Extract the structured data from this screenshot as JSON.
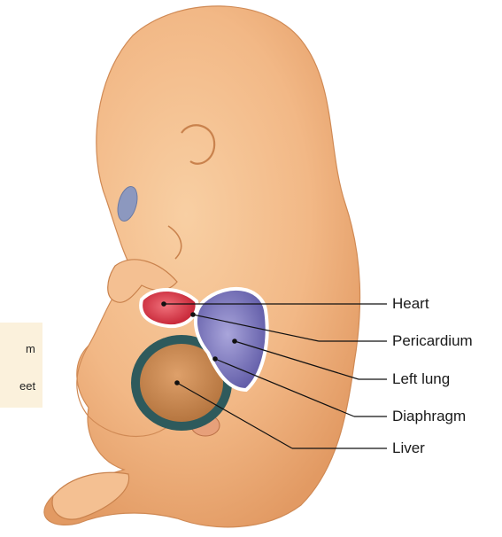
{
  "figure": {
    "labels": [
      {
        "id": "heart",
        "text": "Heart"
      },
      {
        "id": "pericardium",
        "text": "Pericardium"
      },
      {
        "id": "left-lung",
        "text": "Left lung"
      },
      {
        "id": "diaphragm",
        "text": "Diaphragm"
      },
      {
        "id": "liver",
        "text": "Liver"
      }
    ],
    "side_note": {
      "line1": "m",
      "line2": "eet"
    },
    "colors": {
      "skin": "#f2b886",
      "skin_shadow": "#d98f58",
      "heart": "#d8293a",
      "pericardium": "#ffffff",
      "lung": "#8b86c6",
      "diaphragm": "#2e5a5c",
      "liver": "#c98a55",
      "note_background": "#fbf1dc"
    }
  }
}
